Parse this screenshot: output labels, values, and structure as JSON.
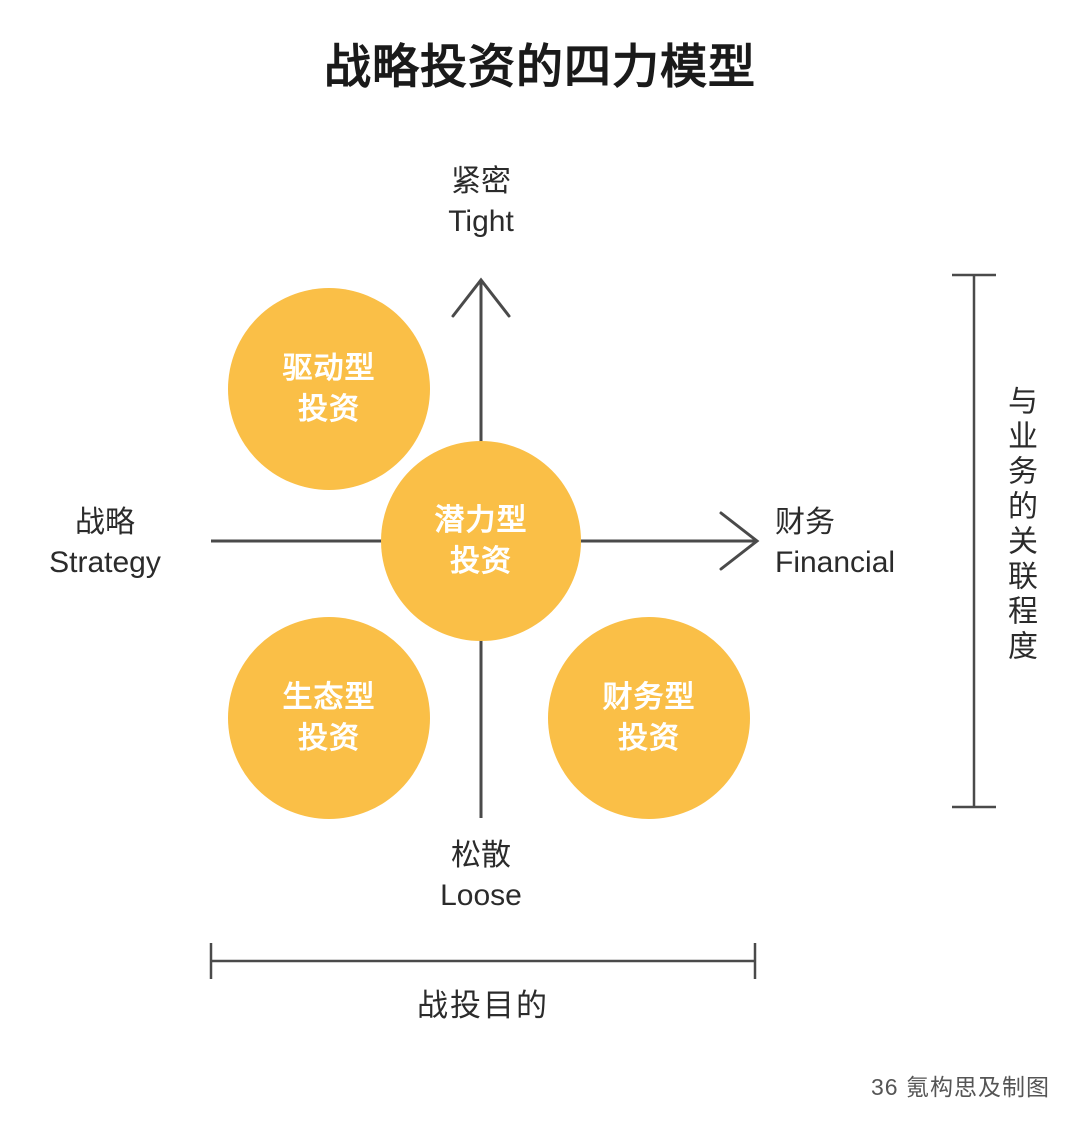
{
  "page": {
    "title": "战略投资的四力模型",
    "background_color": "#ffffff",
    "accent_color": "#fabf47",
    "text_color": "#2b2b2b"
  },
  "axes": {
    "vertical": {
      "top": {
        "cn": "紧密",
        "en": "Tight"
      },
      "bottom": {
        "cn": "松散",
        "en": "Loose"
      }
    },
    "horizontal": {
      "left": {
        "cn": "战略",
        "en": "Strategy"
      },
      "right": {
        "cn": "财务",
        "en": "Financial"
      }
    }
  },
  "brackets": {
    "right_vertical": "与业务的关联程度",
    "bottom_horizontal": "战投目的"
  },
  "bubbles": [
    {
      "id": "driver",
      "line1": "驱动型",
      "line2": "投资",
      "quadrant": "top-left"
    },
    {
      "id": "potential",
      "line1": "潜力型",
      "line2": "投资",
      "quadrant": "center"
    },
    {
      "id": "eco",
      "line1": "生态型",
      "line2": "投资",
      "quadrant": "bottom-left"
    },
    {
      "id": "financial",
      "line1": "财务型",
      "line2": "投资",
      "quadrant": "bottom-right"
    }
  ],
  "credit": "36 氪构思及制图",
  "chart_data": {
    "type": "scatter",
    "title": "战略投资的四力模型",
    "xlabel": "战投目的",
    "ylabel": "与业务的关联程度",
    "x_axis": {
      "low": "战略 Strategy",
      "high": "财务 Financial"
    },
    "y_axis": {
      "low": "松散 Loose",
      "high": "紧密 Tight"
    },
    "grid": false,
    "legend": "none",
    "points": [
      {
        "label": "驱动型投资",
        "x": -0.55,
        "y": 0.62,
        "size": 202
      },
      {
        "label": "潜力型投资",
        "x": 0.0,
        "y": 0.0,
        "size": 200
      },
      {
        "label": "生态型投资",
        "x": -0.55,
        "y": -0.62,
        "size": 202
      },
      {
        "label": "财务型投资",
        "x": 0.62,
        "y": -0.62,
        "size": 202
      }
    ]
  }
}
